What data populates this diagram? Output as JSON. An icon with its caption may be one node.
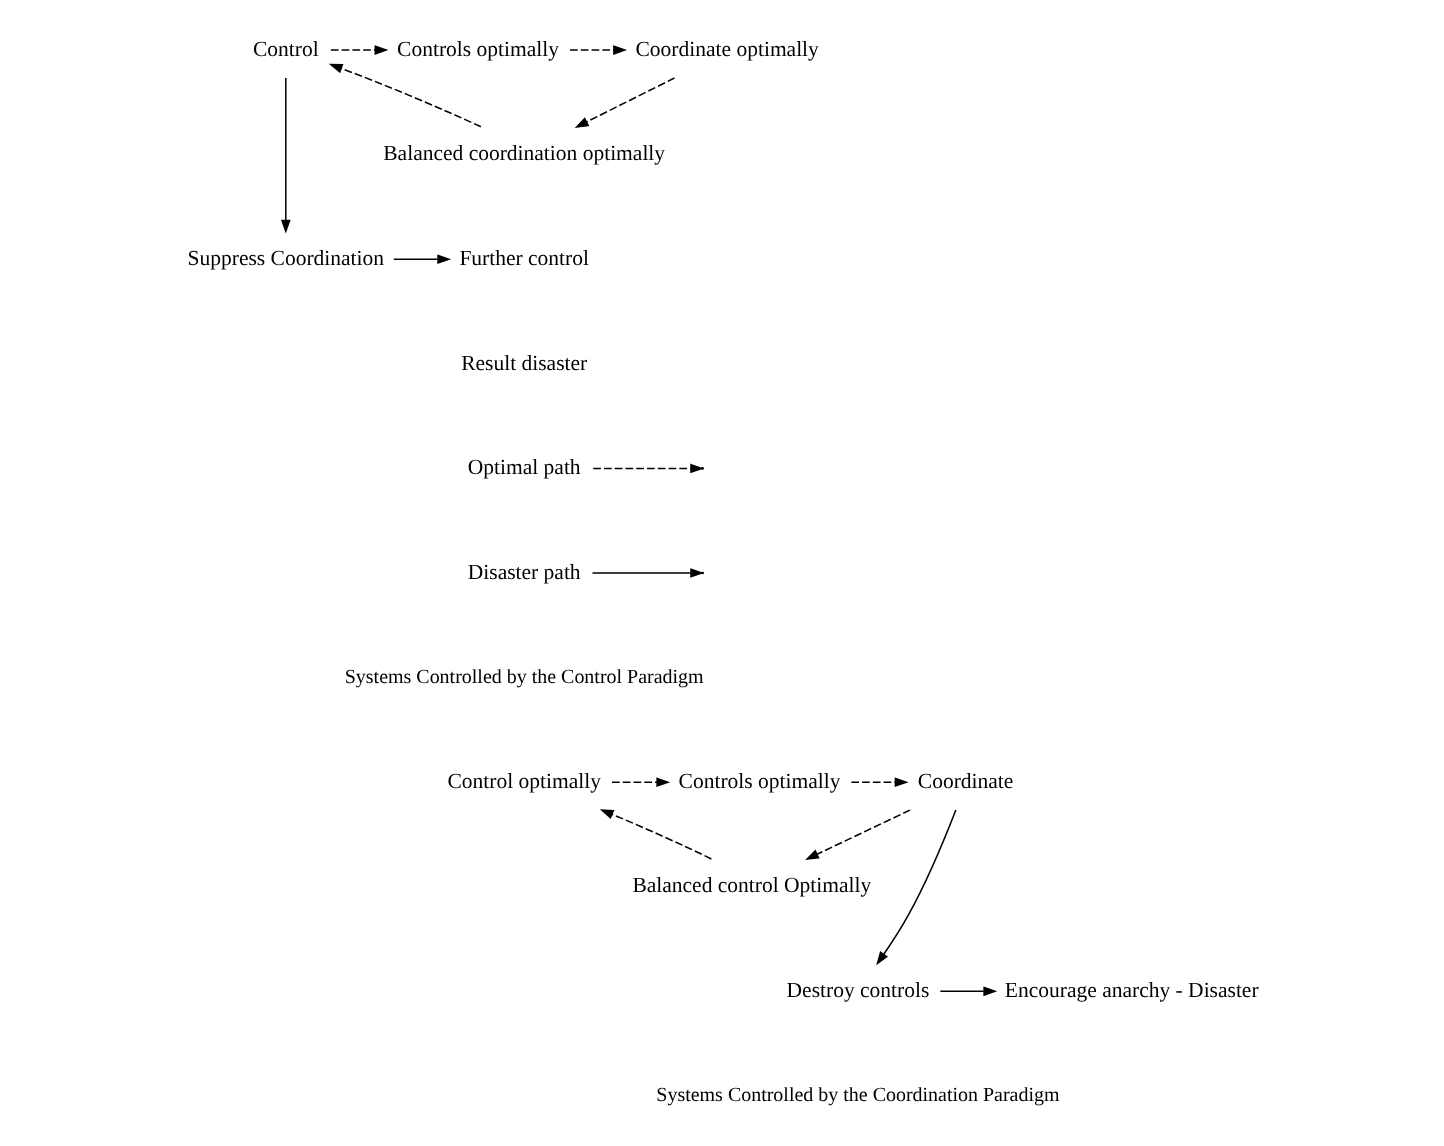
{
  "diagram": {
    "nodes": [
      {
        "text": [
          "Control"
        ]
      },
      {
        "text": [
          "Controls optimally"
        ]
      },
      {
        "text": [
          "Coordinate optimally"
        ]
      },
      {
        "text": [
          "Balanced coordination optimally"
        ]
      },
      {
        "text": [
          "Further control"
        ]
      },
      {
        "text": [
          "Suppress Coordination"
        ]
      },
      {
        "text": [
          "Control optimally"
        ]
      },
      {
        "text": [
          "Controls optimally"
        ]
      },
      {
        "text": [
          "Coordinate"
        ]
      },
      {
        "text": [
          "Balanced control Optimally"
        ]
      },
      {
        "text": [
          "Destroy controls"
        ]
      },
      {
        "text": [
          "Encourage anarchy - Disaster"
        ]
      }
    ],
    "edges": [
      {
        "from": 0,
        "to": 1,
        "arrow": "to",
        "style": "dashed"
      },
      {
        "from": 1,
        "to": 2,
        "arrow": "to",
        "style": "dashed"
      },
      {
        "from": 2,
        "to": 3,
        "arrow": "to",
        "style": "dashed"
      },
      {
        "from": 3,
        "to": 0,
        "arrow": "to",
        "style": "dashed"
      },
      {
        "from": 0,
        "to": 5,
        "arrow": "to"
      },
      {
        "from": 5,
        "to": 4,
        "arrow": "to"
      },
      {
        "from": 6,
        "to": 7,
        "arrow": "to",
        "style": "dashed"
      },
      {
        "from": 7,
        "to": 8,
        "arrow": "to",
        "style": "dashed"
      },
      {
        "from": 8,
        "to": 9,
        "arrow": "to",
        "style": "dashed"
      },
      {
        "from": 9,
        "to": 6,
        "arrow": "to",
        "style": "dashed"
      },
      {
        "from": 8,
        "to": 10,
        "arrow": "to"
      },
      {
        "from": 10,
        "to": 11,
        "arrow": "to"
      }
    ],
    "labels": [
      "Systems Controlled by the Control Paradigm",
      "Systems Controlled by the Coordination Paradigm"
    ],
    "legend": [
      {
        "text": "Result disaster"
      },
      {
        "text": "Optimal path"
      },
      {
        "text": "Disaster path"
      }
    ]
  }
}
